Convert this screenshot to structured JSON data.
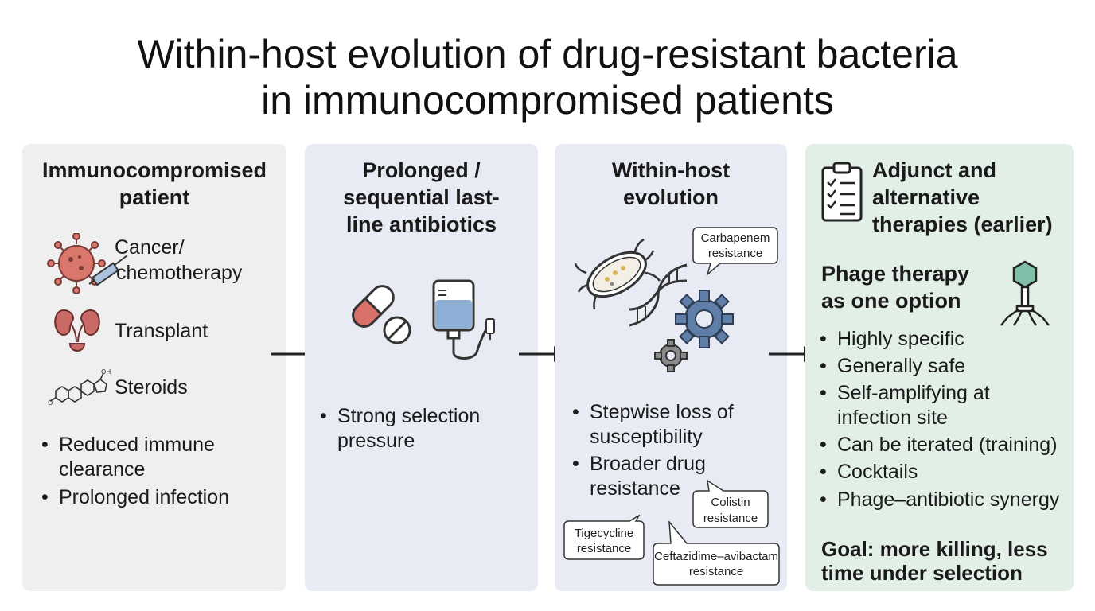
{
  "title_line1": "Within-host evolution of drug-resistant bacteria",
  "title_line2": "in immunocompromised patients",
  "panel1": {
    "title_line1": "Immunocompromised",
    "title_line2": "patient",
    "items": [
      {
        "icon": "virus-syringe-icon",
        "line1": "Cancer/",
        "line2": "chemotherapy"
      },
      {
        "icon": "kidney-icon",
        "line1": "Transplant"
      },
      {
        "icon": "steroid-molecule-icon",
        "line1": "Steroids"
      }
    ],
    "bullets": [
      {
        "line1": "Reduced immune",
        "line2": "clearance"
      },
      {
        "line1": "Prolonged infection"
      }
    ]
  },
  "panel2": {
    "title_line1": "Prolonged /",
    "title_line2": "sequential last-",
    "title_line3": "line antibiotics",
    "icons": [
      "pill-icon",
      "iv-bag-icon"
    ],
    "bullets": [
      {
        "line1": "Strong selection",
        "line2": "pressure"
      }
    ]
  },
  "panel3": {
    "title_line1": "Within-host",
    "title_line2": "evolution",
    "icons": [
      "bacterium-icon",
      "dna-icon",
      "gear-icon"
    ],
    "bubbles": [
      {
        "line1": "Carbapenem",
        "line2": "resistance"
      },
      {
        "line1": "Colistin",
        "line2": "resistance"
      },
      {
        "line1": "Tigecycline",
        "line2": "resistance"
      },
      {
        "line1": "Ceftazidime–avibactam",
        "line2": "resistance"
      }
    ],
    "bullets": [
      {
        "line1": "Stepwise loss of",
        "line2": "susceptibility"
      },
      {
        "line1": "Broader drug",
        "line2": "resistance"
      }
    ]
  },
  "panel4": {
    "title_line1": "Adjunct and",
    "title_line2": "alternative",
    "title_line3": "therapies (earlier)",
    "icons": [
      "clipboard-checklist-icon",
      "bacteriophage-icon"
    ],
    "subhead_line1": "Phage therapy",
    "subhead_line2": "as one option",
    "bullets": [
      {
        "line1": "Highly specific"
      },
      {
        "line1": "Generally safe"
      },
      {
        "line1": "Self-amplifying at",
        "line2": "infection site"
      },
      {
        "line1": "Can be iterated (training)"
      },
      {
        "line1": "Cocktails"
      },
      {
        "line1": "Phage–antibiotic synergy"
      }
    ],
    "goal_line1": "Goal: more killing, less",
    "goal_line2": "time under selection"
  },
  "colors": {
    "panel_gray": "#efefef",
    "panel_blue": "#e8ebf3",
    "panel_green": "#e2efe7",
    "virus_red": "#d9776c",
    "kidney_red": "#c96a66",
    "pill_red": "#d9706a",
    "iv_blue": "#8fb0d6",
    "gear_blue": "#5f7fa8",
    "phage_teal": "#7fbfa7"
  }
}
